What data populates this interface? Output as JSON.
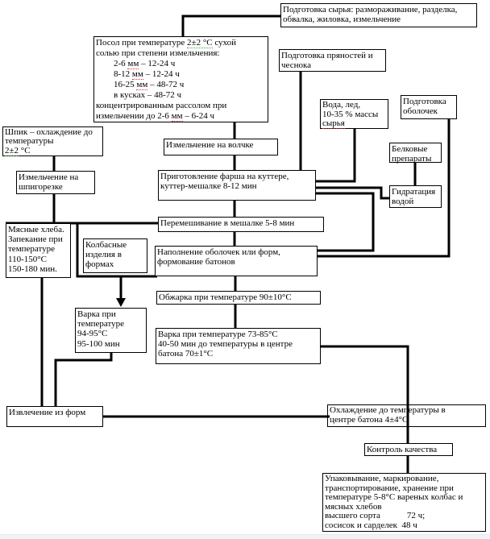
{
  "diagram": {
    "background": "#ffffff",
    "line_color": "#000000",
    "page_edge_color": "#e7e9ef"
  },
  "boxes": {
    "syrye": {
      "text": "Подготовка сырья: размораживание, разделка,\nобвалка, жиловка, измельчение"
    },
    "posol": {
      "text": "Посол при температуре 2±2 °С сухой\nсолью при степени измельчения:\n        2-6 мм – 12-24 ч\n        8-12 мм – 12-24 ч\n        16-25 мм – 48-72 ч\n        в кусках – 48-72 ч\nконцентрированным рассолом при\nизмельчении до 2-6 мм – 6-24 ч"
    },
    "pryanosti": {
      "text": "Подготовка пряностей и\nчеснока"
    },
    "voda": {
      "text": "Вода, лед,\n10-35 % массы\nсырья"
    },
    "obolochki": {
      "text": "Подготовка\nоболочек"
    },
    "belkovye": {
      "text": "Белковые\nпрепараты"
    },
    "gidratacija": {
      "text": "Гидратация\nводой"
    },
    "shpik": {
      "text": "Шпик – охлаждение до\nтемпературы\n2±2 °С"
    },
    "shpigorezka": {
      "text": "Измельчение на\nшпигорезке"
    },
    "volchok": {
      "text": "Измельчение на волчке"
    },
    "farsh": {
      "text": "Приготовление фарша на куттере,\nкуттер-мешалке 8-12 мин"
    },
    "meshalka": {
      "text": "Перемешивание в мешалке 5-8 мин"
    },
    "myasnye": {
      "text": "Мясные хлеба.\nЗапекание при\nтемпературе\n110-150°С\n150-180 мин."
    },
    "kolbasnye": {
      "text": "Колбасные\nизделия в\nформах"
    },
    "napolnenie": {
      "text": "Наполнение оболочек или форм,\nформование батонов"
    },
    "obzharka": {
      "text": "Обжарка при температуре 90±10°С"
    },
    "varka94": {
      "text": "Варка при\nтемпературе\n94-95°С\n95-100 мин"
    },
    "varka73": {
      "text": "Варка при температуре 73-85°С\n40-50 мин до температуры в центре\nбатона 70±1°С"
    },
    "izvlechenie": {
      "text": "Извлечение из форм"
    },
    "ohlazhdenie": {
      "text": "Охлаждение до температуры в\nцентре батона 4±4°С"
    },
    "kontrol": {
      "text": "Контроль качества"
    },
    "upakovka": {
      "text": "Упаковывание, маркирование,\nтранспортирование, хранение при\nтемпературе 5-8°С вареных колбас и\nмясных хлебов\nвысшего сорта            72 ч;\nсосисок и сарделек  48 ч"
    }
  },
  "squiggles": [
    {
      "box": "box-posol",
      "token": "2±2 °С",
      "color": "green"
    },
    {
      "box": "box-posol",
      "token": "мм",
      "color": "red",
      "all": true
    },
    {
      "box": "box-shpik",
      "token": "2±2",
      "color": "green"
    },
    {
      "box": "box-voda",
      "token": "сырья",
      "color": "red"
    }
  ]
}
